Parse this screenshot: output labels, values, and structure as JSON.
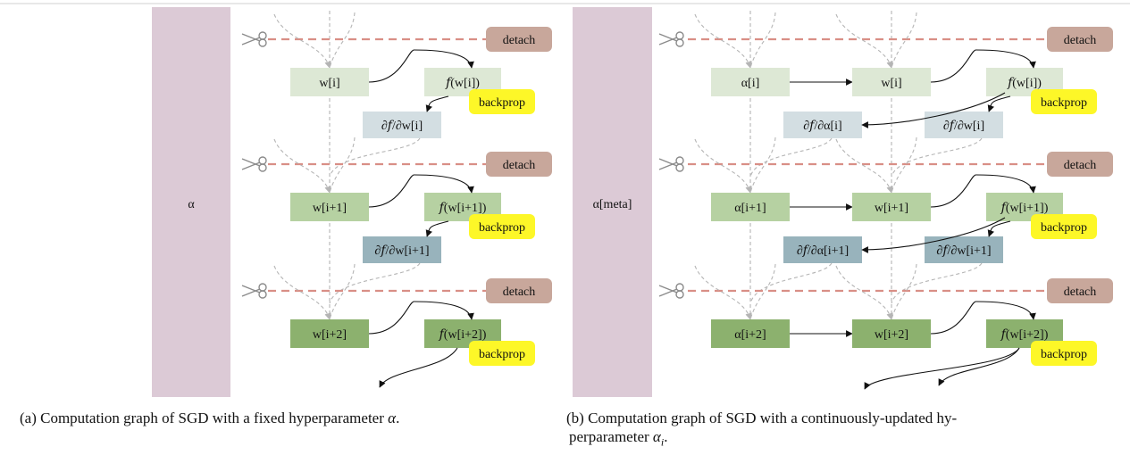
{
  "panels": [
    {
      "id": "a",
      "hyper_label": "α",
      "steps": [
        {
          "w": "w[i]",
          "f": "𝑓(w[i])",
          "dw": "∂𝑓/∂w[i]"
        },
        {
          "w": "w[i+1]",
          "f": "𝑓(w[i+1])",
          "dw": "∂𝑓/∂w[i+1]"
        },
        {
          "w": "w[i+2]",
          "f": "𝑓(w[i+2])"
        }
      ],
      "caption": {
        "text": "(a) Computation graph of SGD with a fixed hyperparameter",
        "symbol": "α",
        "end": "."
      }
    },
    {
      "id": "b",
      "hyper_label": "α[meta]",
      "steps": [
        {
          "a": "α[i]",
          "w": "w[i]",
          "f": "𝑓(w[i])",
          "da": "∂𝑓/∂α[i]",
          "dw": "∂𝑓/∂w[i]"
        },
        {
          "a": "α[i+1]",
          "w": "w[i+1]",
          "f": "𝑓(w[i+1])",
          "da": "∂𝑓/∂α[i+1]",
          "dw": "∂𝑓/∂w[i+1]"
        },
        {
          "a": "α[i+2]",
          "w": "w[i+2]",
          "f": "𝑓(w[i+2])"
        }
      ],
      "caption": {
        "line1": "(b) Computation graph of SGD with a continuously-updated hy-",
        "line2": "perparameter",
        "symbol": "α",
        "subscript": "i",
        "end": "."
      }
    }
  ],
  "labels": {
    "detach": "detach",
    "backprop": "backprop"
  },
  "colors": {
    "hyper_bar": "#dccad6",
    "node_step_0": "#dde8d5",
    "node_step_1": "#b6d1a2",
    "node_step_2": "#8cb16e",
    "grad_step_0": "#d3dee2",
    "grad_step_1": "#98b3bc",
    "detach": "#c8a79b",
    "backprop": "#fdf728",
    "detach_line": "#d98f86",
    "flow_line": "#b5b5b5",
    "arrow": "#111111"
  }
}
